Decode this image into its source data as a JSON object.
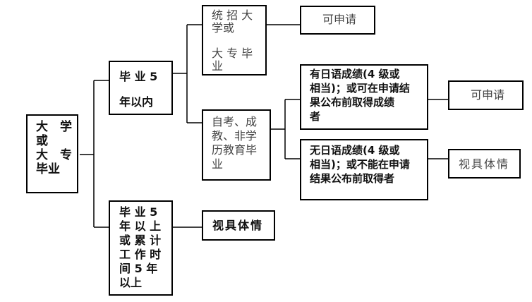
{
  "nodes": {
    "root": "大　学\n或\n大　专\n毕业",
    "within5": "毕 业 5\n\n年以内",
    "over5": "毕 业 5\n年 以 上\n或 累 计\n工 作 时\n间 5 年\n以上",
    "regular": "统 招 大\n学或\n\n大 专 毕\n业",
    "selfstudy": "自考、成\n教、非学\n历教育毕\n业",
    "withJp": "有日语成绩(4 级或\n相当)；或可在申请结\n果公布前取得成绩\n者",
    "withoutJp": "无日语成绩(4 级或\n相当)；或不能在申请\n结果公布前取得者",
    "resultRegular": "可申请",
    "resultWithJp": "可申请",
    "resultWithoutJp": "视具体情",
    "resultOver5": "视具体情"
  }
}
